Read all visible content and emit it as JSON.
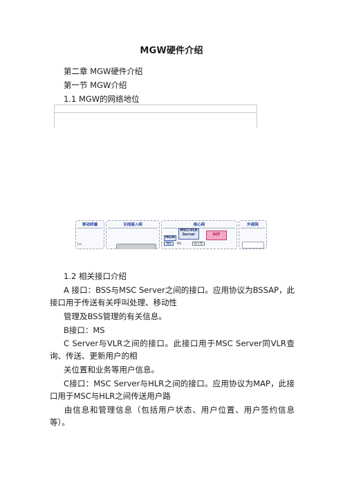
{
  "doc": {
    "title": "MGW硬件介绍",
    "chapter": "第二章 MGW硬件介绍",
    "section": "第一节 MGW介绍",
    "subsection_1": "1.1 MGW的网络地位",
    "subsection_2": "1.2 相关接口介绍"
  },
  "diagram": {
    "sections": [
      "移动终端",
      "无线接入网",
      "核心网",
      "外部网"
    ],
    "nodes": {
      "mgw": "MGW",
      "msc_vlr": "MSC/VLR Server",
      "scf": "SCF",
      "ns": "NS",
      "nc": "Nc",
      "ge": "G / E",
      "lu": "Lu"
    }
  },
  "body": {
    "a_interface_1": "A 接口：BSS与MSC Server之间的接口。应用协议为BSSAP，此接口用于传送有关呼叫处理、移动性",
    "a_interface_2": "管理及BSS管理的有关信息。",
    "b_interface_1": "B接口：MS",
    "b_interface_2": "C Server与VLR之间的接口。此接口用于MSC Server同VLR查询、传送、更新用户的相",
    "b_interface_3": "关位置和业务等用户信息。",
    "c_interface_1": "C接口：MSC Server与HLR之间的接口。应用协议为MAP，此接口用于MSC与HLR之间传送用户路",
    "c_interface_2": "由信息和管理信息（包括用户状态、用户位置、用户签约信息等）。"
  }
}
